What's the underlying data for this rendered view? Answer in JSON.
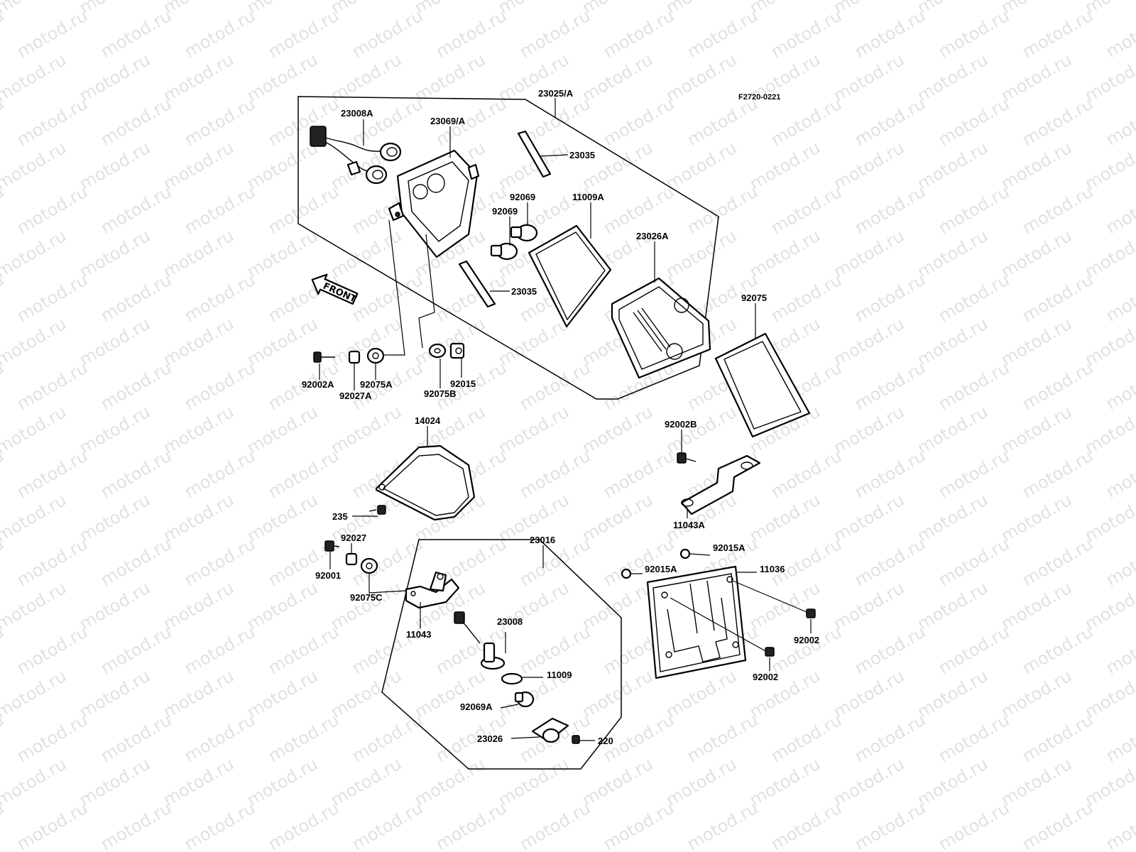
{
  "figure_code": "F2720-0221",
  "watermark": "motod.ru",
  "front_label": "FRONT",
  "parts": {
    "taillight_assembly": "23025/A",
    "taillight_socket": "23008A",
    "taillight_housing": "23069/A",
    "clip_upper": "23035",
    "clip_lower": "23035",
    "bulb_stop_a": "92069",
    "bulb_stop_b": "92069",
    "lens_gasket": "11009A",
    "taillight_lens": "23026A",
    "lens_frame_gasket": "92075",
    "bolt_a": "92002A",
    "collar_a": "92027A",
    "damper_a": "92075A",
    "damper_b": "92075B",
    "nut_a": "92015",
    "reflector_cover": "14024",
    "screw_235": "235",
    "bracket_bolt_b": "92002B",
    "bracket_11043a": "11043A",
    "license_light_assembly": "23016",
    "collar_92027": "92027",
    "bolt_92001": "92001",
    "damper_c": "92075C",
    "bracket_11043": "11043",
    "license_socket": "23008",
    "license_gasket": "11009",
    "license_bulb": "92069A",
    "license_lens": "23026",
    "screw_220": "220",
    "plate_nut_a": "92015A",
    "plate_nut_b": "92015A",
    "license_plate_bracket": "11036",
    "plate_bolt_a": "92002",
    "plate_bolt_b": "92002"
  }
}
